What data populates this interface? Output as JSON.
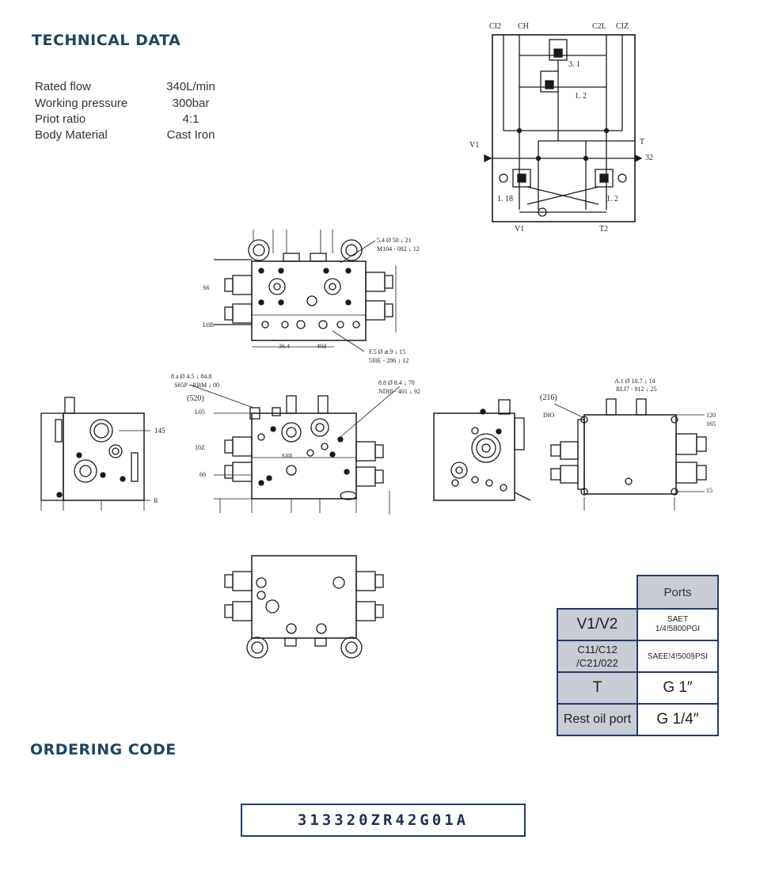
{
  "technical": {
    "title": "TECHNICAL DATA",
    "rows": [
      {
        "label": "Rated flow",
        "value": "340L/min"
      },
      {
        "label": "Working pressure",
        "value": "300bar"
      },
      {
        "label": "Priot ratio",
        "value": "4:1"
      },
      {
        "label": "Body Material",
        "value": "Cast Iron"
      }
    ]
  },
  "schematic": {
    "top_labels": [
      "CI2",
      "CH",
      "C2L",
      "CIZ"
    ],
    "side_labels": {
      "v1": "V1",
      "t": "T",
      "t_num": "32"
    },
    "bottom_labels": [
      "V1",
      "T2"
    ],
    "valve_labels": [
      "3. 1",
      "1. 2",
      "1. 18",
      "1. 2"
    ]
  },
  "drawings": {
    "top_view_dims": [
      "36.4",
      "40d"
    ],
    "top_view_callouts": [
      "5.4 Ø 50 ↓ 21",
      "M104 - 082 ↓ 12",
      "F.5 Ø ⌀.9 ↓ 15",
      "5I0E - 286 ↓ 12"
    ],
    "top_view_left_labels": [
      "S6",
      "L0B"
    ],
    "front_view_callouts": [
      "8 a Ø 4.5 ↓ 84.8",
      "S65P - RBM ↓ 00",
      "8.8 Ø 8.4 ↓ 70",
      "NDI8 - 401 ↓ 92"
    ],
    "front_view_markers": [
      "(520)",
      "L05",
      "10Z",
      "60",
      "S30I"
    ],
    "side_left_markers": [
      "145",
      "B"
    ],
    "side_right_markers": [
      "(216)",
      "DIO",
      "A.1 Ø 10.7 ↓ 14",
      "RLI7 - 912 ↓ 25",
      "120",
      "165",
      "15"
    ]
  },
  "ports": {
    "header": "Ports",
    "rows": [
      {
        "label": "V1/V2",
        "value": "SAET\n1/4!5800PGI"
      },
      {
        "label": "C11/C12\n/C21/022",
        "value": "SAEE!4!500§PSI"
      },
      {
        "label": "T",
        "value": "G 1″"
      },
      {
        "label": "Rest oil port",
        "value": "G 1/4″"
      }
    ]
  },
  "ordering": {
    "title": "ORDERING CODE",
    "code": "313320ZR42G01A"
  },
  "colors": {
    "heading": "#1f4660",
    "table_border": "#243a6b",
    "table_label_bg": "#c9ccd4"
  }
}
